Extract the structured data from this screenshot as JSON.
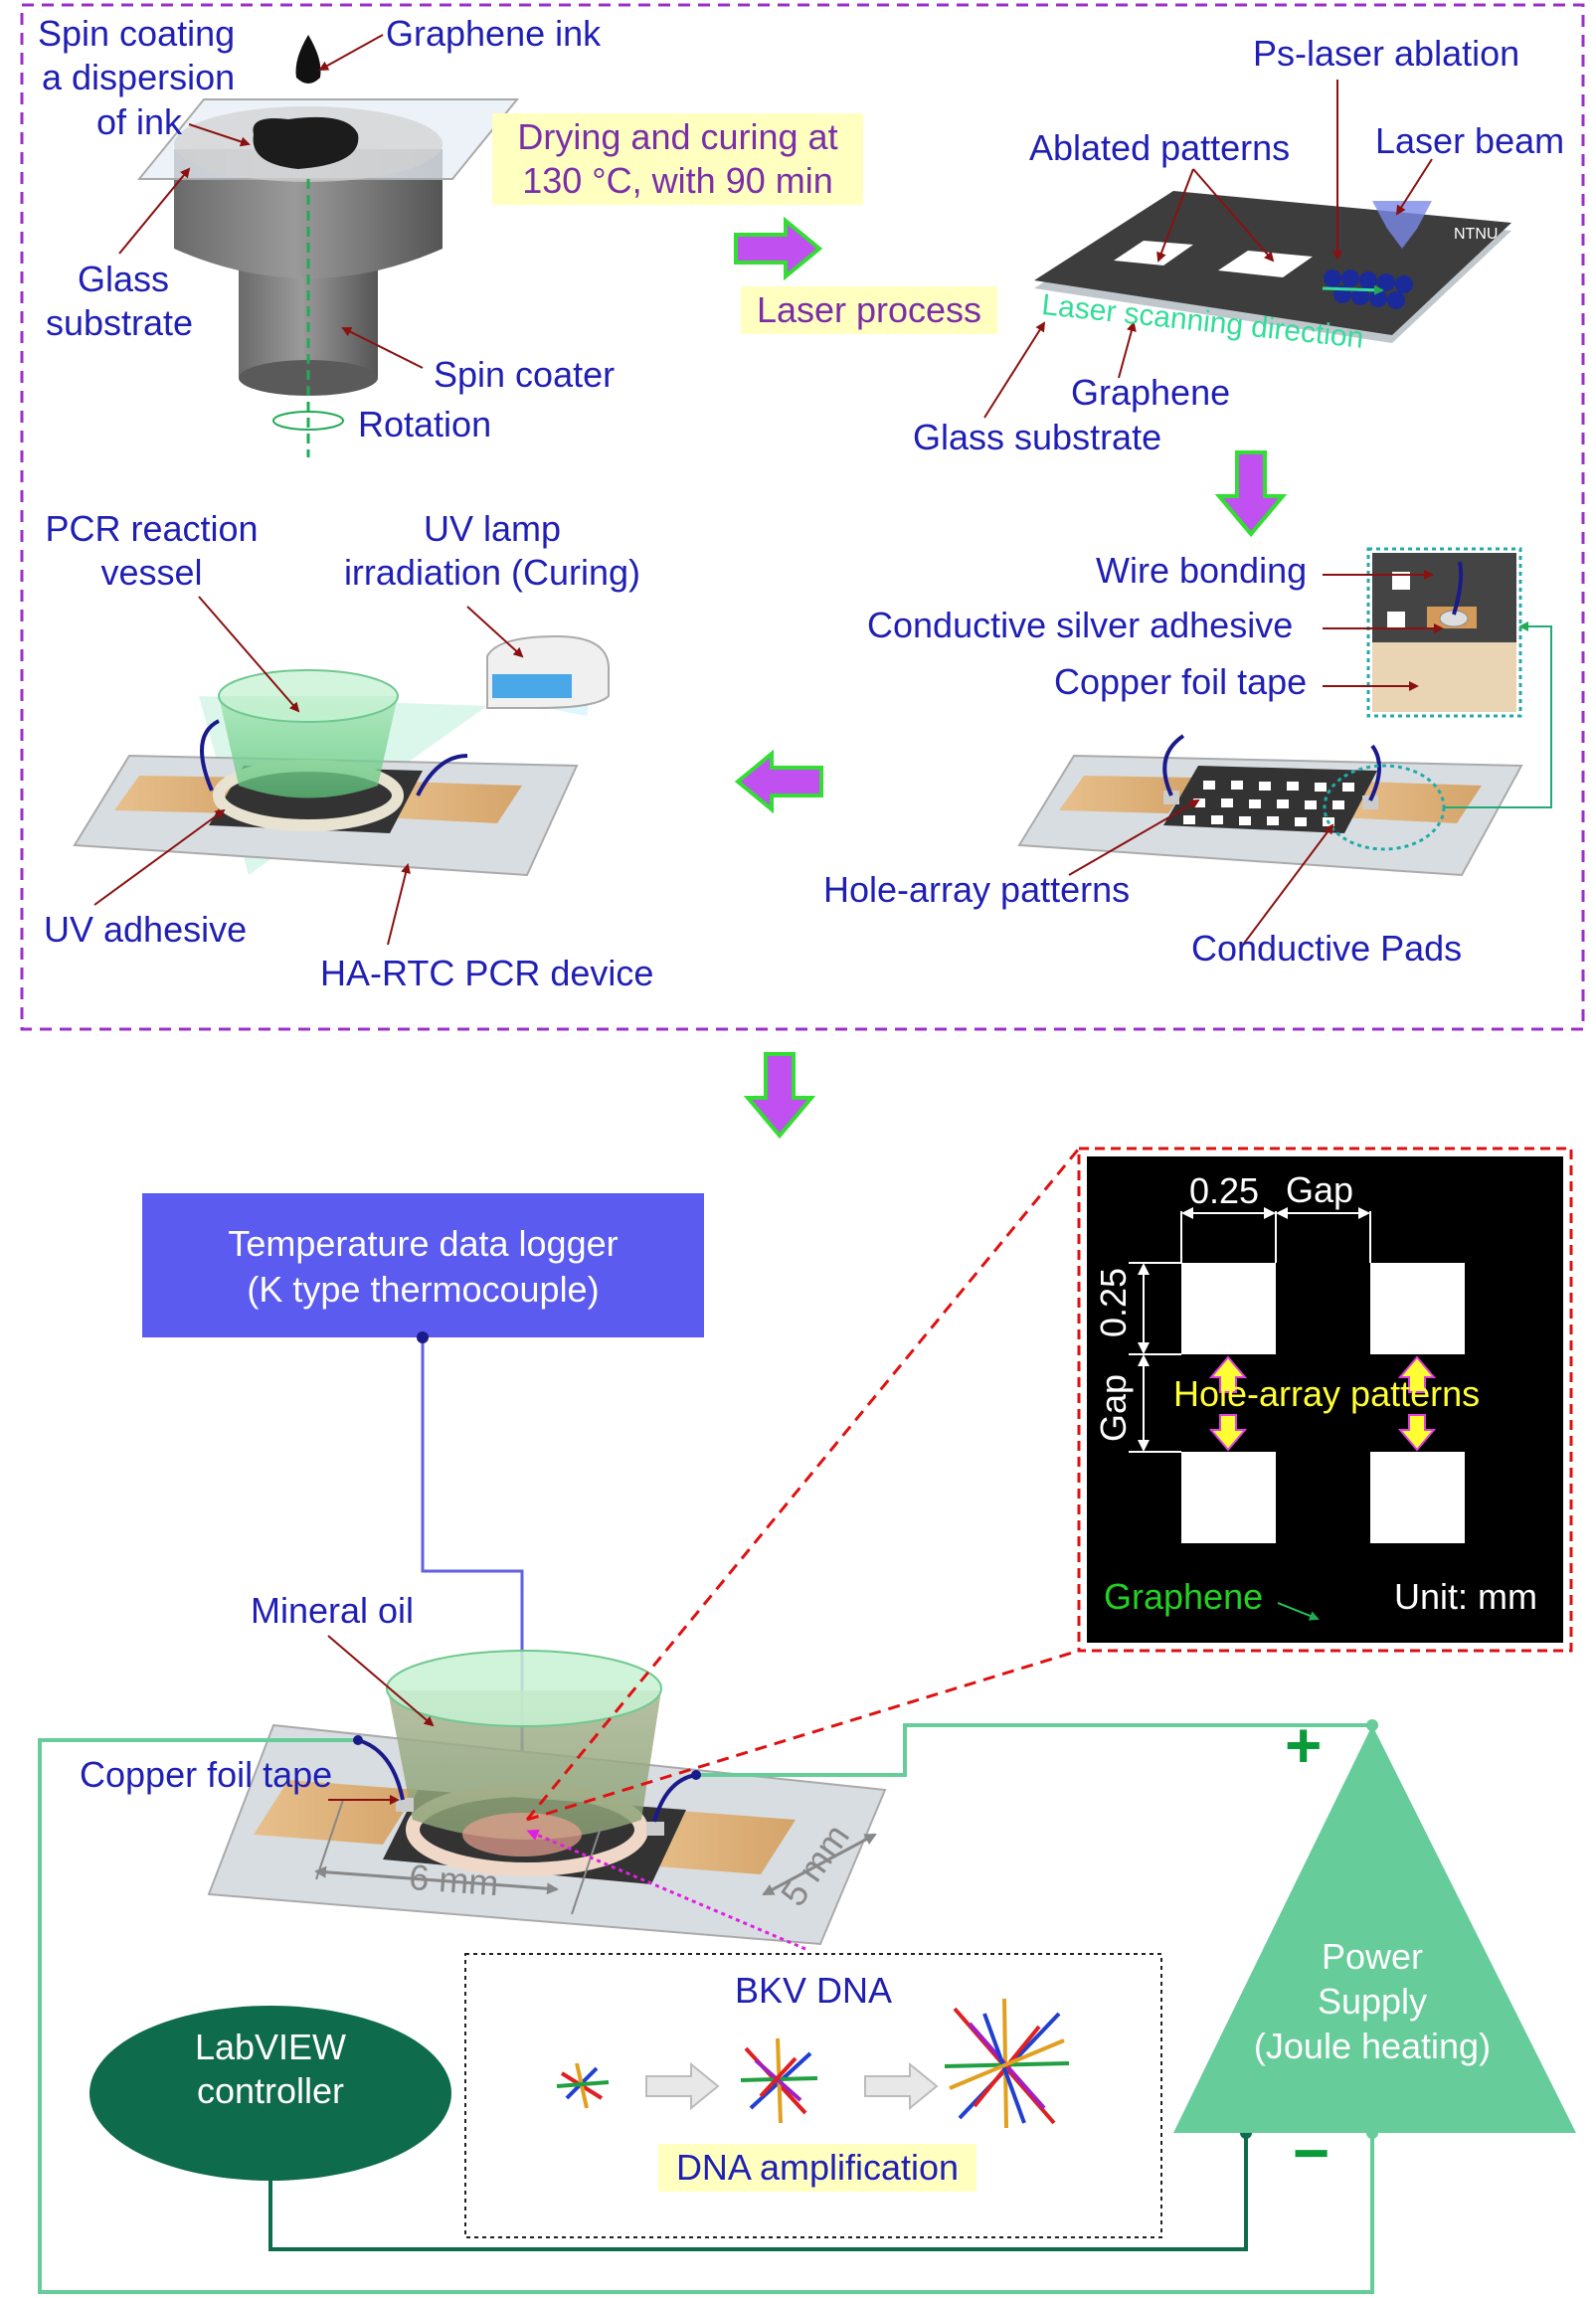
{
  "top": {
    "spin_coating": [
      "Spin coating",
      "a dispersion",
      "of ink"
    ],
    "graphene_ink": "Graphene ink",
    "glass_substrate_left": [
      "Glass",
      "substrate"
    ],
    "spin_coater": "Spin coater",
    "rotation": "Rotation",
    "drying": [
      "Drying and curing at",
      "130 °C, with 90 min"
    ],
    "laser_process": "Laser process",
    "ps_laser": "Ps-laser ablation",
    "ablated_patterns": "Ablated patterns",
    "laser_beam": "Laser beam",
    "laser_scanning": "Laser scanning direction",
    "ntnu": "NTNU",
    "graphene": "Graphene",
    "glass_substrate_right": "Glass substrate",
    "pcr_vessel": [
      "PCR reaction",
      "vessel"
    ],
    "uv_lamp": [
      "UV lamp",
      "irradiation  (Curing)"
    ],
    "wire_bonding": "Wire bonding",
    "conductive_silver": "Conductive  silver adhesive",
    "copper_foil": "Copper foil tape",
    "hole_array": "Hole-array  patterns",
    "conductive_pads": "Conductive Pads",
    "uv_adhesive": "UV adhesive",
    "ha_rtc": "HA-RTC PCR device"
  },
  "bottom": {
    "data_logger": [
      "Temperature  data logger",
      "(K type thermocouple)"
    ],
    "mineral_oil": "Mineral  oil",
    "copper_foil": "Copper foil tape",
    "dim_6mm": "6 mm",
    "dim_5mm": "5 mm",
    "labview": [
      "LabVIEW",
      "controller"
    ],
    "bkv_dna": "BKV DNA",
    "dna_amplification": "DNA amplification",
    "power_supply": [
      "Power",
      "Supply",
      "(Joule heating)"
    ],
    "plus": "+",
    "minus": "−"
  },
  "inset": {
    "dim_025_top": "0.25",
    "gap_top": "Gap",
    "dim_025_side": "0.25",
    "gap_side": "Gap",
    "hole_array": "Hole-array  patterns",
    "graphene": "Graphene",
    "unit": "Unit:  mm"
  },
  "colors": {
    "label_blue": "#1f1fb4",
    "purple_dash": "#9b30c8",
    "arrow_fill": "#c050f0",
    "arrow_border": "#33dd33",
    "logger_box": "#5b5bf0",
    "labview": "#0e6b4c",
    "power_supply": "#66cc99",
    "red_dash": "#e01010"
  }
}
